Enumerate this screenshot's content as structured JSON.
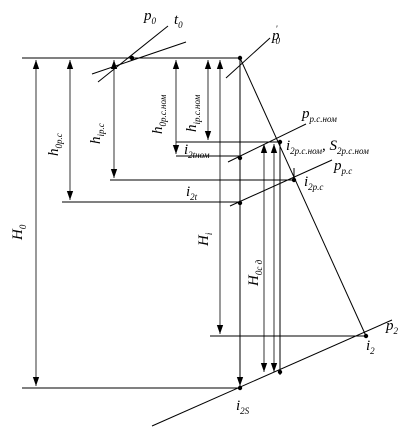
{
  "labels": {
    "p0": {
      "main": "p",
      "sub": "0",
      "sup": ""
    },
    "t0": {
      "main": "t",
      "sub": "0",
      "sup": ""
    },
    "p0prime": {
      "main": "p",
      "sub": "0",
      "sup": "'"
    },
    "H0": {
      "main": "H",
      "sub": "0",
      "sup": ""
    },
    "h0pc": {
      "main": "h",
      "sub": "0p.c",
      "sup": ""
    },
    "hipc": {
      "main": "h",
      "sub": "ip.c",
      "sup": ""
    },
    "h0pcnom": {
      "main": "h",
      "sub": "0p.c.ном",
      "sup": ""
    },
    "hipcnom": {
      "main": "h",
      "sub": "ip.c.ном",
      "sup": ""
    },
    "ppcnom": {
      "main": "p",
      "sub": "p.c.ном",
      "sup": ""
    },
    "i2pcnom": {
      "main": "i",
      "sub": "2p.c.ном",
      "sup": ""
    },
    "S2pcnom": {
      "main": ", S",
      "sub": "2p.c.ном",
      "sup": ""
    },
    "i2tnom": {
      "main": "i",
      "sub": "2tном",
      "sup": ""
    },
    "ppc": {
      "main": "p",
      "sub": "p.c",
      "sup": ""
    },
    "i2pc": {
      "main": "i",
      "sub": "2p.c",
      "sup": ""
    },
    "i2t": {
      "main": "i",
      "sub": "2t",
      "sup": ""
    },
    "Hi": {
      "main": "H",
      "sub": "i",
      "sup": ""
    },
    "H0cd": {
      "main": "H",
      "sub": "0c д",
      "sup": ""
    },
    "p2": {
      "main": "p",
      "sub": "2",
      "sup": ""
    },
    "i2": {
      "main": "i",
      "sub": "2",
      "sup": ""
    },
    "i2S": {
      "main": "i",
      "sub": "2S",
      "sup": ""
    }
  }
}
